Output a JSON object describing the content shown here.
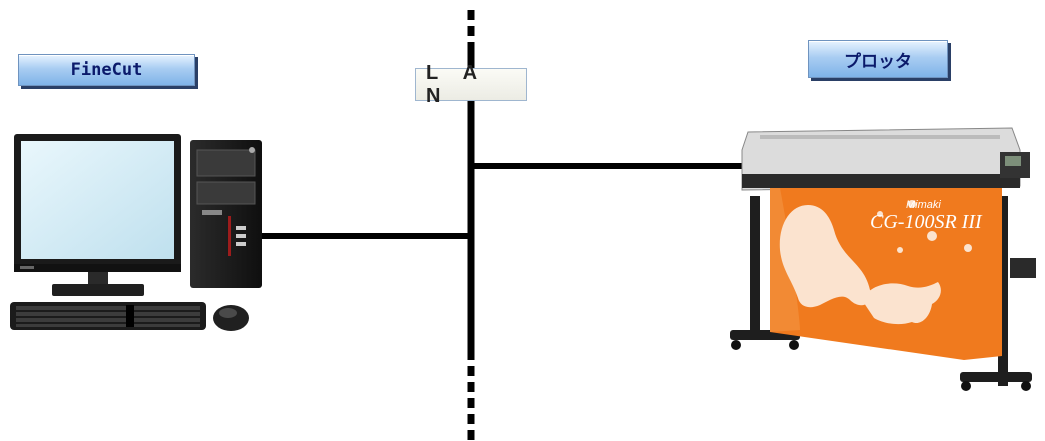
{
  "diagram": {
    "finecut_label": "FineCut",
    "lan_label": "L A N",
    "plotter_label": "プロッタ",
    "plotter_brand": "Mimaki",
    "plotter_model": "CG-100SR III"
  },
  "colors": {
    "line": "#000000",
    "label_text": "#0b1a6b",
    "orange_media": "#f07a1e"
  },
  "icons": [
    "computer-monitor-icon",
    "pc-tower-icon",
    "keyboard-icon",
    "mouse-icon",
    "cutting-plotter-icon"
  ]
}
